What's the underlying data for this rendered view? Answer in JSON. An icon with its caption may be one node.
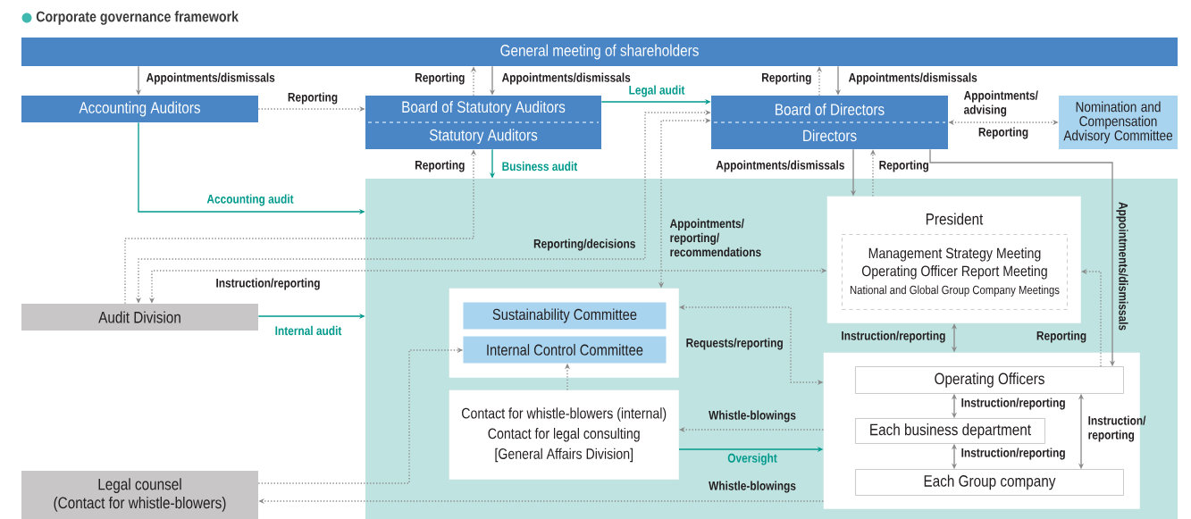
{
  "diagram": {
    "title": "Corporate governance framework",
    "nodes": [
      {
        "text": [
          "General meeting of shareholders"
        ]
      },
      {
        "text": [
          "Accounting Auditors"
        ]
      },
      {
        "text": [
          "Board of Statutory Auditors",
          "Statutory Auditors"
        ]
      },
      {
        "text": [
          "Board of Directors",
          "Directors"
        ]
      },
      {
        "text": [
          "Nomination and Compensation Advisory Committee"
        ]
      },
      {
        "text": [],
        "shape": "box"
      },
      {
        "text": [
          "Audit Division"
        ]
      },
      {
        "text": [
          "Legal counsel",
          "(Contact for whistle-blowers)"
        ]
      },
      {
        "text": [
          "President"
        ],
        "in": 5
      },
      {
        "text": [
          "Management Strategy Meeting",
          "Operating Officer Report Meeting",
          "National and Global Group Company Meetings"
        ],
        "in": 8
      },
      {
        "text": [],
        "shape": "box",
        "in": 5
      },
      {
        "text": [
          "Sustainability Committee"
        ],
        "in": 10
      },
      {
        "text": [
          "Internal Control Committee"
        ],
        "in": 10
      },
      {
        "text": [
          "Contact for whistle-blowers (internal)",
          "Contact for legal consulting",
          "[General Affairs Division]"
        ],
        "in": 5
      },
      {
        "text": [],
        "shape": "box",
        "in": 5
      },
      {
        "text": [
          "Operating Officers"
        ],
        "in": 14
      },
      {
        "text": [
          "Each business department"
        ],
        "in": 14
      },
      {
        "text": [
          "Each Group company"
        ],
        "in": 14
      }
    ],
    "edges": [
      {
        "from": 0,
        "to": 1,
        "arrow": "to",
        "label": "Appointments/dismissals"
      },
      {
        "from": 1,
        "to": 2,
        "arrow": "to",
        "label": "Reporting",
        "style": "dashed"
      },
      {
        "from": 2,
        "to": 0,
        "arrow": "to",
        "label": "Reporting",
        "style": "dashed"
      },
      {
        "from": 0,
        "to": 2,
        "arrow": "to",
        "label": "Appointments/dismissals"
      },
      {
        "from": 2,
        "to": 3,
        "arrow": "to",
        "label": "Legal audit",
        "color": "#009a8c"
      },
      {
        "from": 3,
        "to": 0,
        "arrow": "to",
        "label": "Reporting",
        "style": "dashed"
      },
      {
        "from": 0,
        "to": 3,
        "arrow": "to",
        "label": "Appointments/dismissals"
      },
      {
        "from": 3,
        "to": 4,
        "arrow": "both",
        "label": "Appointments/ advising",
        "style": "dashed"
      },
      {
        "from": 1,
        "to": 5,
        "arrow": "to",
        "label": "Accounting audit",
        "color": "#009a8c"
      },
      {
        "from": 2,
        "to": 5,
        "arrow": "to",
        "label": "Business audit",
        "color": "#009a8c"
      },
      {
        "from": 6,
        "to": 2,
        "arrow": "to",
        "label": "Reporting",
        "style": "dashed"
      },
      {
        "from": 3,
        "to": 8,
        "arrow": "to",
        "label": "Appointments/dismissals"
      },
      {
        "from": 8,
        "to": 3,
        "arrow": "to",
        "label": "Reporting",
        "style": "dashed"
      },
      {
        "from": 3,
        "to": 15,
        "arrow": "to",
        "label": "Appointments/dismissals"
      },
      {
        "from": 8,
        "to": 14,
        "arrow": "both",
        "label": "Instruction/reporting"
      },
      {
        "from": 15,
        "to": 8,
        "arrow": "to",
        "label": "Reporting",
        "style": "dashed"
      },
      {
        "from": 6,
        "to": 3,
        "arrow": "both",
        "label": "Reporting/decisions",
        "style": "dashed"
      },
      {
        "from": 3,
        "to": 10,
        "arrow": "both",
        "label": "Appointments/ reporting/ recommendations",
        "style": "dashed"
      },
      {
        "from": 6,
        "to": 8,
        "arrow": "both",
        "label": "Instruction/reporting",
        "style": "dashed"
      },
      {
        "from": 10,
        "to": 14,
        "arrow": "both",
        "label": "Requests/reporting",
        "style": "dashed"
      },
      {
        "from": 13,
        "to": 12,
        "arrow": "to",
        "style": "dashed"
      },
      {
        "from": 14,
        "to": 13,
        "arrow": "to",
        "label": "Whistle-blowings",
        "style": "dashed"
      },
      {
        "from": 13,
        "to": 14,
        "arrow": "to",
        "label": "Oversight",
        "color": "#009a8c"
      },
      {
        "from": 7,
        "to": 12,
        "arrow": "to",
        "style": "dashed"
      },
      {
        "from": 14,
        "to": 7,
        "arrow": "to",
        "label": "Whistle-blowings",
        "style": "dashed"
      },
      {
        "from": 6,
        "to": 5,
        "arrow": "to",
        "label": "Internal audit",
        "color": "#009a8c"
      },
      {
        "from": 15,
        "to": 16,
        "arrow": "both",
        "label": "Instruction/reporting"
      },
      {
        "from": 16,
        "to": 17,
        "arrow": "both",
        "label": "Instruction/reporting"
      },
      {
        "from": 15,
        "to": 17,
        "arrow": "both",
        "label": "Instruction/ reporting"
      }
    ],
    "labels": [
      "Reporting"
    ]
  }
}
